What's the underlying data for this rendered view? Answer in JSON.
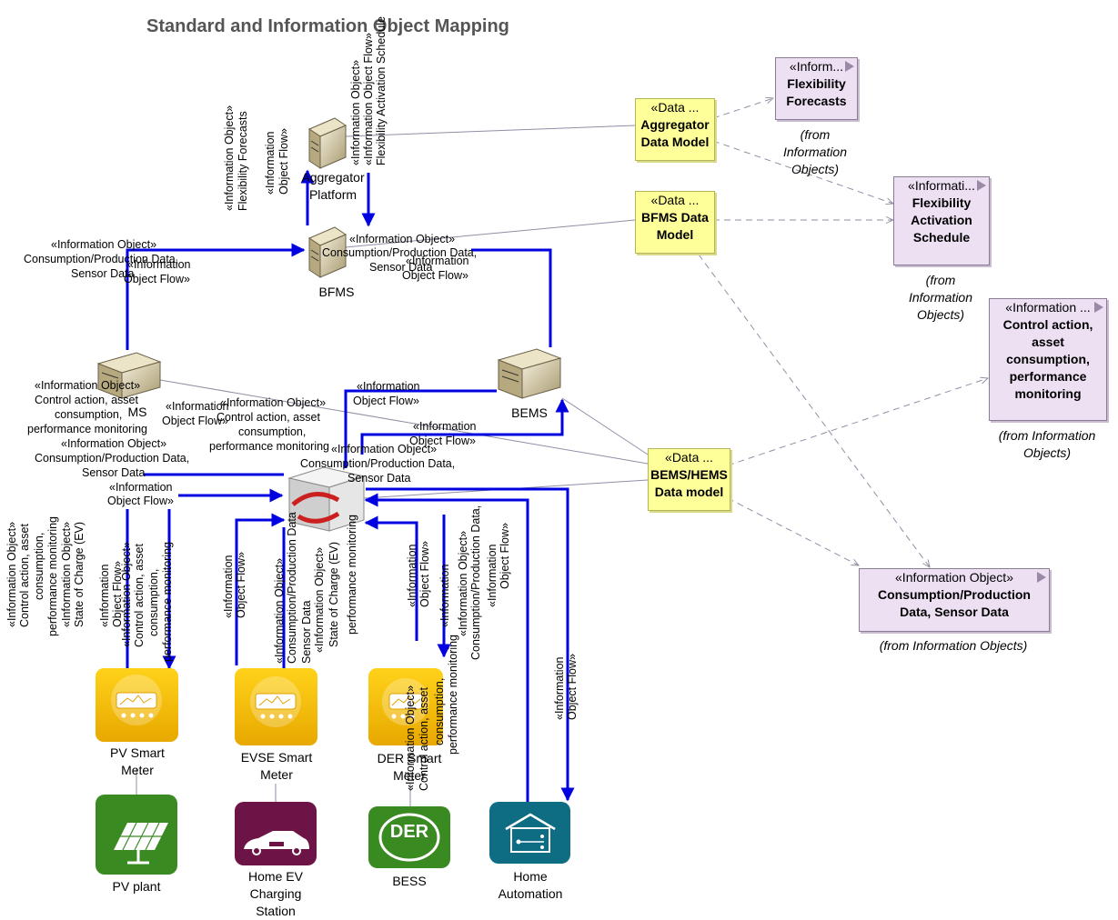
{
  "title": "Standard and Information Object Mapping",
  "info_objects": {
    "flex_forecasts": {
      "stereo": "«Inform...",
      "name": "Flexibility Forecasts",
      "from": "(from Information Objects)"
    },
    "flex_schedule": {
      "stereo": "«Informati...",
      "name": "Flexibility Activation Schedule",
      "from": "(from Information Objects)"
    },
    "control_action": {
      "stereo": "«Information ...",
      "name": "Control action, asset consumption, performance monitoring",
      "from": "(from Information Objects)"
    },
    "consumption": {
      "stereo": "«Information Object»",
      "name": "Consumption/Production Data, Sensor Data",
      "from": "(from Information Objects)"
    }
  },
  "data_models": {
    "aggregator": {
      "stereo": "«Data ...",
      "name": "Aggregator Data Model"
    },
    "bfms": {
      "stereo": "«Data ...",
      "name": "BFMS Data Model"
    },
    "bems_hems": {
      "stereo": "«Data ...",
      "name": "BEMS/HEMS Data model"
    }
  },
  "nodes": {
    "aggregator_platform": "Aggregator Platform",
    "bfms": "BFMS",
    "bems": "BEMS",
    "ms": "MS",
    "pv_meter": "PV Smart Meter",
    "evse_meter": "EVSE Smart Meter",
    "der_meter": "DER Smart Meter",
    "pv_plant": "PV plant",
    "home_ev": "Home EV Charging Station",
    "bess": "BESS",
    "home_automation": "Home Automation",
    "der_icon_text": "DER"
  },
  "labels": {
    "io": "«Information Object»",
    "iof": "«Information Object Flow»",
    "iof_1": "«Information",
    "iof_2": "Object Flow»",
    "cps": "Consumption/Production Data,",
    "cps_short": "Consumption/Production Data",
    "sensor": "Sensor Data",
    "ctrl_1": "Control action, asset",
    "ctrl_2": "consumption,",
    "ctrl_3": "performance monitoring",
    "flex_fc": "Flexibility Forecasts",
    "flex_sched": "Flexibility Activation Schedule",
    "soc": "State of Charge (EV)"
  }
}
